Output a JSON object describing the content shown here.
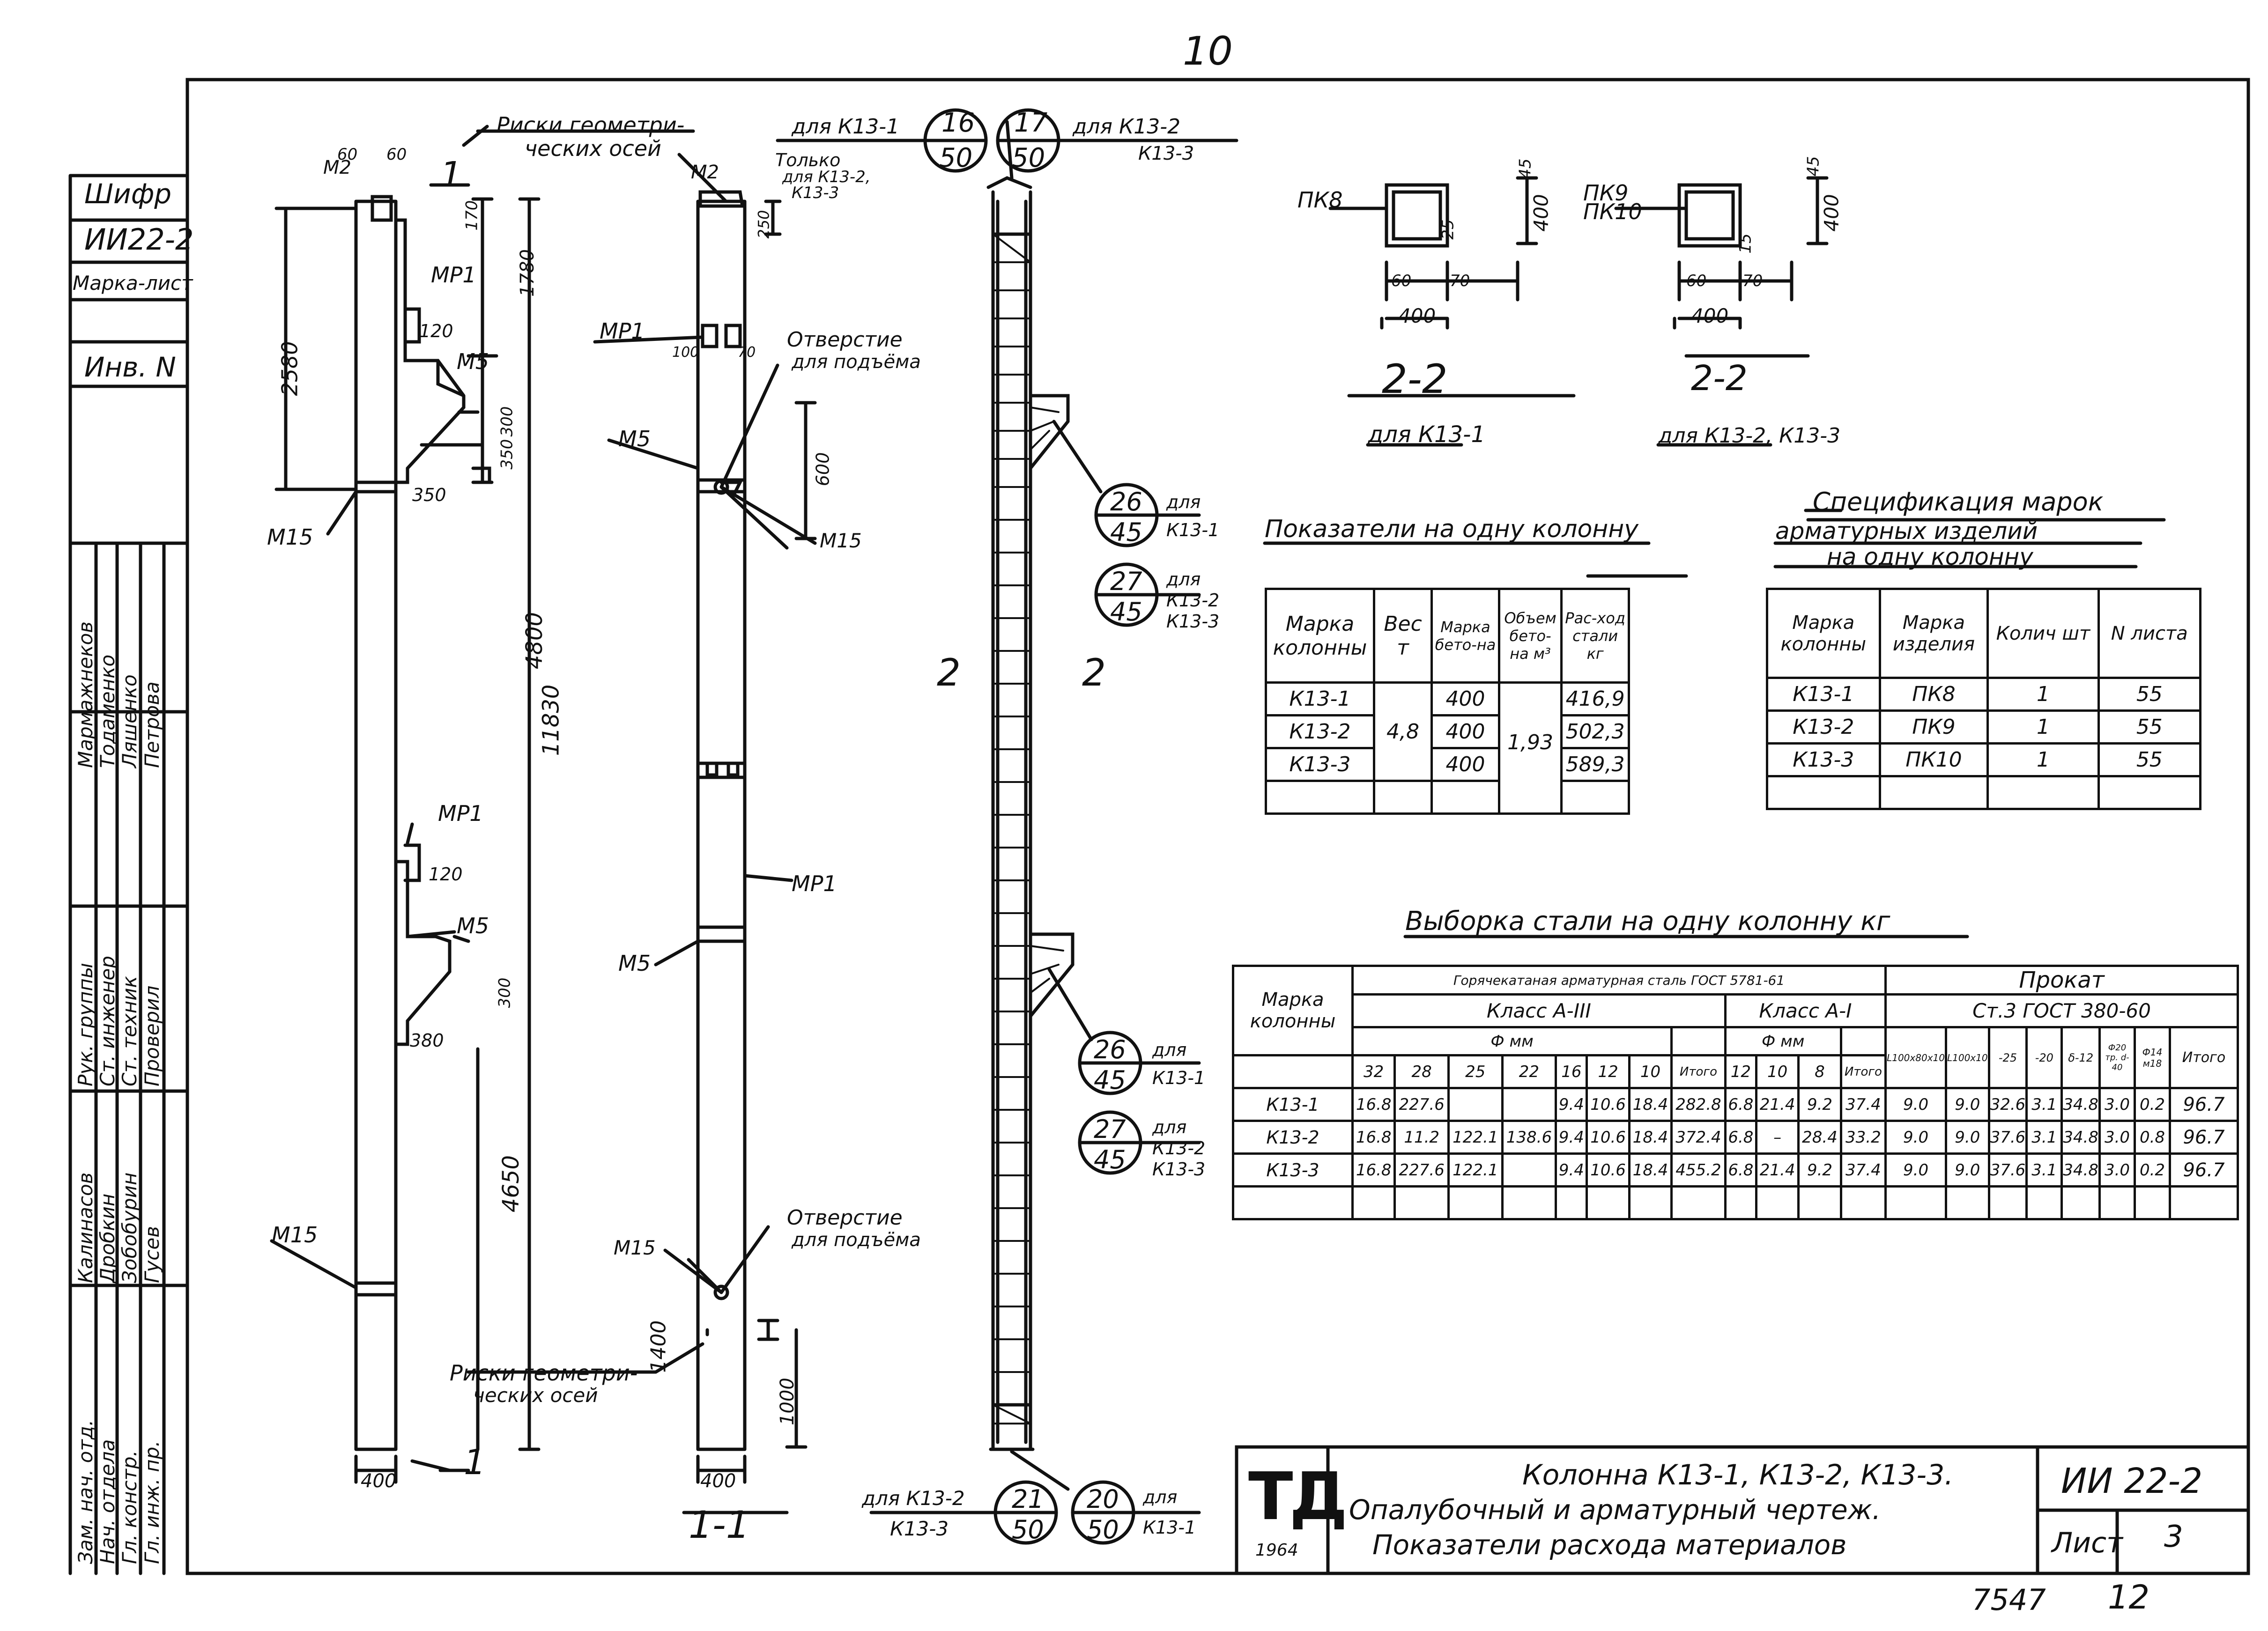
{
  "page_number": "10",
  "sheet_footer_number": "7547",
  "sheet_footer_page": "12",
  "side_stamp": {
    "shifr_label": "Шифр",
    "shifr_value": "ИИ22-2",
    "marka_label": "Марка-лист",
    "inv_label": "Инв. N",
    "roles": [
      "Рук. группы",
      "Ст. инженер",
      "Ст. техник",
      "Проверил",
      "Гл. инж. пр.",
      "Гл. констр.",
      "Нач. отдела",
      "Зам. нач. отд."
    ],
    "names": [
      "Мармажнеков",
      "Тодаменко",
      "Ляшенко",
      "Петрова",
      "Калинасов",
      "Дробкин",
      "Зобобурин",
      "Гусев"
    ]
  },
  "drawing_labels": {
    "m2": "М2",
    "m21": "М2",
    "mp1": "МР1",
    "m5": "М5",
    "m15": "М15",
    "risk_top": "Риски геометри-",
    "risk_top2": "ческих осей",
    "risk_bottom": "Риски геометри-",
    "risk_bottom2": "ческих осей",
    "only_for": "Только",
    "only_for2": "для К13-2,",
    "only_for3": "К13-3",
    "hole_top": "Отверстие",
    "hole_top2": "для подъёма",
    "hole_bottom": "Отверстие",
    "hole_bottom2": "для подъёма",
    "section_1_1": "1-1",
    "section_mark_1": "1",
    "section_2": "2",
    "dim_60a": "60",
    "dim_60b": "60",
    "dim_170": "170",
    "dim_120a": "120",
    "dim_120b": "120",
    "dim_350a": "350",
    "dim_350b": "350",
    "dim_300a": "300",
    "dim_300b": "300",
    "dim_380": "380",
    "dim_2580": "2580",
    "dim_1780": "1780",
    "dim_4800": "4800",
    "dim_11830": "11830",
    "dim_4650": "4650",
    "dim_400a": "400",
    "dim_400b": "400",
    "dim_1400": "1400",
    "dim_1000": "1000",
    "dim_600": "600",
    "dim_250": "250",
    "dim_100": "100",
    "dim_70": "70"
  },
  "bubbles": [
    {
      "top": "16",
      "bottom": "50",
      "note": "для К13-1"
    },
    {
      "top": "17",
      "bottom": "50",
      "note": "для К13-2",
      "note2": "К13-3"
    },
    {
      "top": "26",
      "bottom": "45",
      "note": "для",
      "note2": "К13-1"
    },
    {
      "top": "27",
      "bottom": "45",
      "note": "для",
      "note2": "К13-2",
      "note3": "К13-3"
    },
    {
      "top": "26",
      "bottom": "45",
      "note": "для",
      "note2": "К13-1"
    },
    {
      "top": "27",
      "bottom": "45",
      "note": "для",
      "note2": "К13-2",
      "note3": "К13-3"
    },
    {
      "top": "21",
      "bottom": "50",
      "note": "для К13-2",
      "note2": "К13-3"
    },
    {
      "top": "20",
      "bottom": "50",
      "note": "для",
      "note2": "К13-1"
    }
  ],
  "sections": {
    "pk8": "ПК8",
    "pk9": "ПК9",
    "pk10": "ПК10",
    "dim_45a": "45",
    "dim_45b": "45",
    "dim_25": "25",
    "dim_400": "400",
    "dim_400c": "400",
    "dim_60": "60",
    "dim_70": "70",
    "dim_15": "15",
    "sec_title_a": "2-2",
    "sec_caption_a": "для К13-1",
    "sec_title_b": "2-2",
    "sec_caption_b": "для К13-2, К13-3"
  },
  "indicators": {
    "title": "Показатели на одну колонну",
    "headers": [
      "Марка колонны",
      "Вес т",
      "Марка бето-на",
      "Объем бето-на м³",
      "Рас-ход стали кг"
    ],
    "rows": [
      {
        "mark": "К13-1",
        "weight": "4,8",
        "grade": "400",
        "volume": "1,93",
        "steel": "416,9"
      },
      {
        "mark": "К13-2",
        "weight": "",
        "grade": "400",
        "volume": "",
        "steel": "502,3"
      },
      {
        "mark": "К13-3",
        "weight": "",
        "grade": "400",
        "volume": "",
        "steel": "589,3"
      }
    ]
  },
  "spec": {
    "title1": "Спецификация марок",
    "title2": "арматурных изделий",
    "title3": "на одну колонну",
    "headers": [
      "Марка колонны",
      "Марка изделия",
      "Колич шт",
      "N листа"
    ],
    "rows": [
      {
        "col": "К13-1",
        "item": "ПК8",
        "qty": "1",
        "sheet": "55"
      },
      {
        "col": "К13-2",
        "item": "ПК9",
        "qty": "1",
        "sheet": "55"
      },
      {
        "col": "К13-3",
        "item": "ПК10",
        "qty": "1",
        "sheet": "55"
      }
    ]
  },
  "steel": {
    "title": "Выборка стали на одну колонну кг",
    "h_mark": "Марка колонны",
    "h_hot": "Горячекатаная арматурная сталь ГОСТ 5781-61",
    "h_rolled": "Прокат",
    "h_rolled2": "Ст.3 ГОСТ 380-60",
    "h_class3": "Класс А-III",
    "h_class1": "Класс А-I",
    "h_phi": "Ф мм",
    "h_phi2": "Ф мм",
    "h_sizes3": [
      "32",
      "28",
      "25",
      "22",
      "16",
      "12",
      "10",
      "Итого"
    ],
    "h_sizes1": [
      "12",
      "10",
      "8",
      "Итого"
    ],
    "h_rolled_cols": [
      "L100х80х10",
      "L100х10",
      "-25",
      "-20",
      "δ-12",
      "Ф20 тр. d-40",
      "Ф14 м18",
      "Итого"
    ],
    "rows": [
      {
        "mark": "К13-1",
        "c3": [
          "16.8",
          "227.6",
          "",
          "",
          "9.4",
          "10.6",
          "18.4",
          "282.8"
        ],
        "c1": [
          "6.8",
          "21.4",
          "9.2",
          "37.4"
        ],
        "r": [
          "9.0",
          "9.0",
          "32.6",
          "3.1",
          "34.8",
          "3.0",
          "0.2",
          "96.7"
        ]
      },
      {
        "mark": "К13-2",
        "c3": [
          "16.8",
          "11.2",
          "122.1",
          "138.6",
          "9.4",
          "10.6",
          "18.4",
          "372.4"
        ],
        "c1": [
          "6.8",
          "–",
          "28.4",
          "33.2"
        ],
        "r": [
          "9.0",
          "9.0",
          "37.6",
          "3.1",
          "34.8",
          "3.0",
          "0.8",
          "96.7"
        ]
      },
      {
        "mark": "К13-3",
        "c3": [
          "16.8",
          "227.6",
          "122.1",
          "",
          "9.4",
          "10.6",
          "18.4",
          "455.2"
        ],
        "c1": [
          "6.8",
          "21.4",
          "9.2",
          "37.4"
        ],
        "r": [
          "9.0",
          "9.0",
          "37.6",
          "3.1",
          "34.8",
          "3.0",
          "0.2",
          "96.7"
        ]
      }
    ]
  },
  "title_block": {
    "logo": "ТД",
    "year": "1964",
    "line1": "Колонна К13-1, К13-2, К13-3.",
    "line2": "Опалубочный и арматурный чертеж.",
    "line3": "Показатели расхода материалов",
    "code": "ИИ 22-2",
    "sheet_label": "Лист",
    "sheet_value": "3"
  }
}
